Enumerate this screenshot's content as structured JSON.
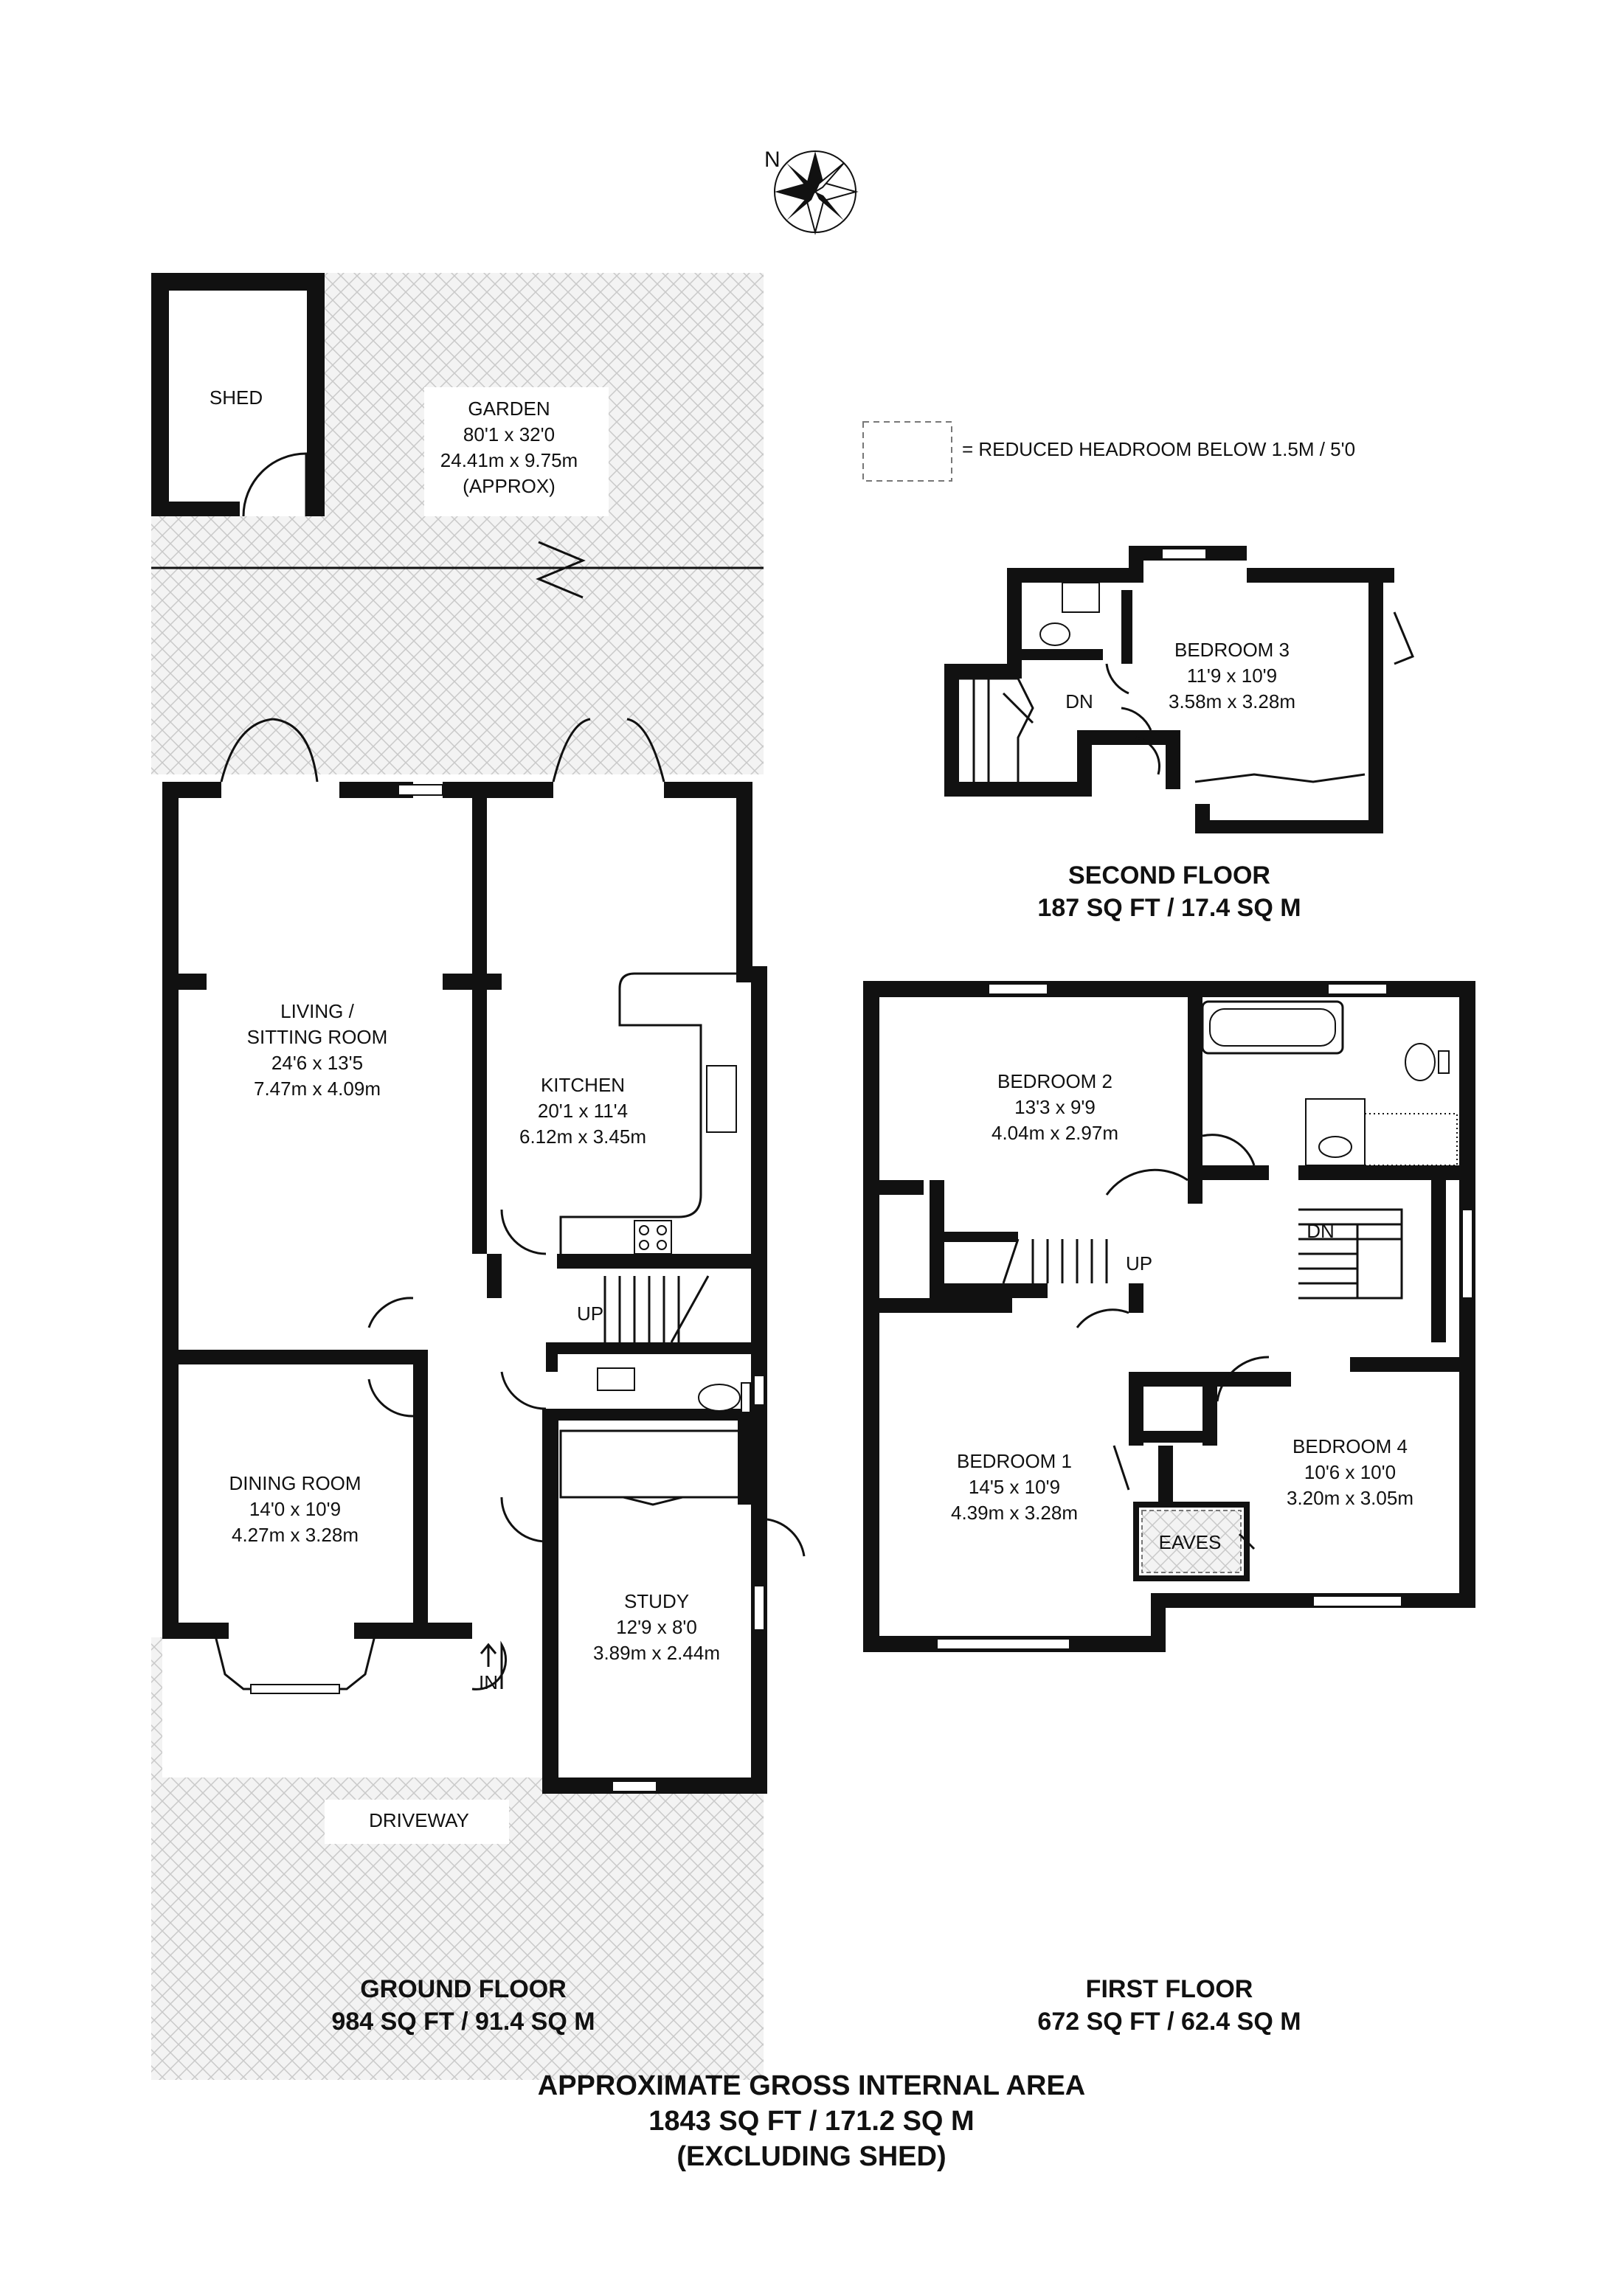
{
  "compass": {
    "north_label": "N"
  },
  "legend": {
    "text": "= REDUCED HEADROOM BELOW 1.5M / 5'0"
  },
  "ground_floor": {
    "title": "GROUND FLOOR",
    "area": "984 SQ FT / 91.4 SQ M",
    "rooms": {
      "shed": {
        "name": "SHED"
      },
      "garden": {
        "name": "GARDEN",
        "dim_imperial": "80'1 x 32'0",
        "dim_metric": "24.41m x 9.75m",
        "note": "(APPROX)"
      },
      "living": {
        "name_line1": "LIVING /",
        "name_line2": "SITTING ROOM",
        "dim_imperial": "24'6 x 13'5",
        "dim_metric": "7.47m x 4.09m"
      },
      "kitchen": {
        "name": "KITCHEN",
        "dim_imperial": "20'1 x 11'4",
        "dim_metric": "6.12m x 3.45m"
      },
      "dining": {
        "name": "DINING ROOM",
        "dim_imperial": "14'0 x 10'9",
        "dim_metric": "4.27m x 3.28m"
      },
      "study": {
        "name": "STUDY",
        "dim_imperial": "12'9 x 8'0",
        "dim_metric": "3.89m x 2.44m"
      },
      "driveway": {
        "name": "DRIVEWAY"
      }
    },
    "stairs_label": "UP",
    "entrance_label": "IN"
  },
  "first_floor": {
    "title": "FIRST FLOOR",
    "area": "672 SQ FT / 62.4 SQ M",
    "rooms": {
      "bedroom2": {
        "name": "BEDROOM 2",
        "dim_imperial": "13'3 x 9'9",
        "dim_metric": "4.04m x 2.97m"
      },
      "bedroom1": {
        "name": "BEDROOM 1",
        "dim_imperial": "14'5 x 10'9",
        "dim_metric": "4.39m x 3.28m"
      },
      "bedroom4": {
        "name": "BEDROOM 4",
        "dim_imperial": "10'6 x 10'0",
        "dim_metric": "3.20m x 3.05m"
      },
      "eaves": {
        "name": "EAVES"
      }
    },
    "stairs_up_label": "UP",
    "stairs_down_label": "DN"
  },
  "second_floor": {
    "title": "SECOND FLOOR",
    "area": "187 SQ FT / 17.4 SQ M",
    "rooms": {
      "bedroom3": {
        "name": "BEDROOM 3",
        "dim_imperial": "11'9 x 10'9",
        "dim_metric": "3.58m x 3.28m"
      }
    },
    "stairs_down_label": "DN"
  },
  "summary": {
    "line1": "APPROXIMATE GROSS INTERNAL AREA",
    "line2": "1843 SQ FT / 171.2 SQ M",
    "line3": "(EXCLUDING SHED)"
  }
}
